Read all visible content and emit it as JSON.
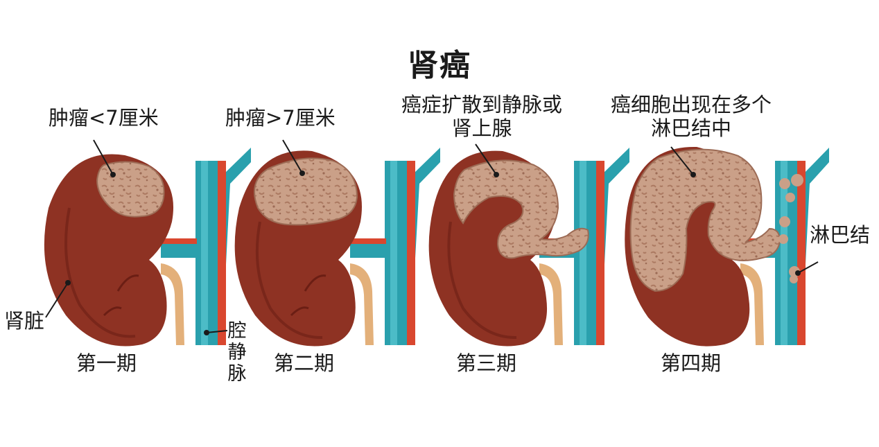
{
  "title": "肾癌",
  "stages": [
    {
      "name": "第一期",
      "tumor_label": "肿瘤<7厘米"
    },
    {
      "name": "第二期",
      "tumor_label": "肿瘤>7厘米"
    },
    {
      "name": "第三期",
      "tumor_label_lines": [
        "癌症扩散到静脉或",
        "肾上腺"
      ]
    },
    {
      "name": "第四期",
      "tumor_label_lines": [
        "癌细胞出现在多个",
        "淋巴结中"
      ]
    }
  ],
  "labels": {
    "kidney": "肾脏",
    "vena_cava_chars": [
      "腔",
      "静",
      "脉"
    ],
    "lymph_node": "淋巴结"
  },
  "colors": {
    "kidney": "#8e3223",
    "kidney_dark": "#6b1e14",
    "kidney_light": "#a4402c",
    "tumor": "#caa088",
    "tumor_dark": "#b07f68",
    "vein": "#2aa0ad",
    "vein_light": "#55c3cd",
    "artery": "#d9472f",
    "ureter": "#e3b07a",
    "ureter_light": "#f0cc9c"
  }
}
